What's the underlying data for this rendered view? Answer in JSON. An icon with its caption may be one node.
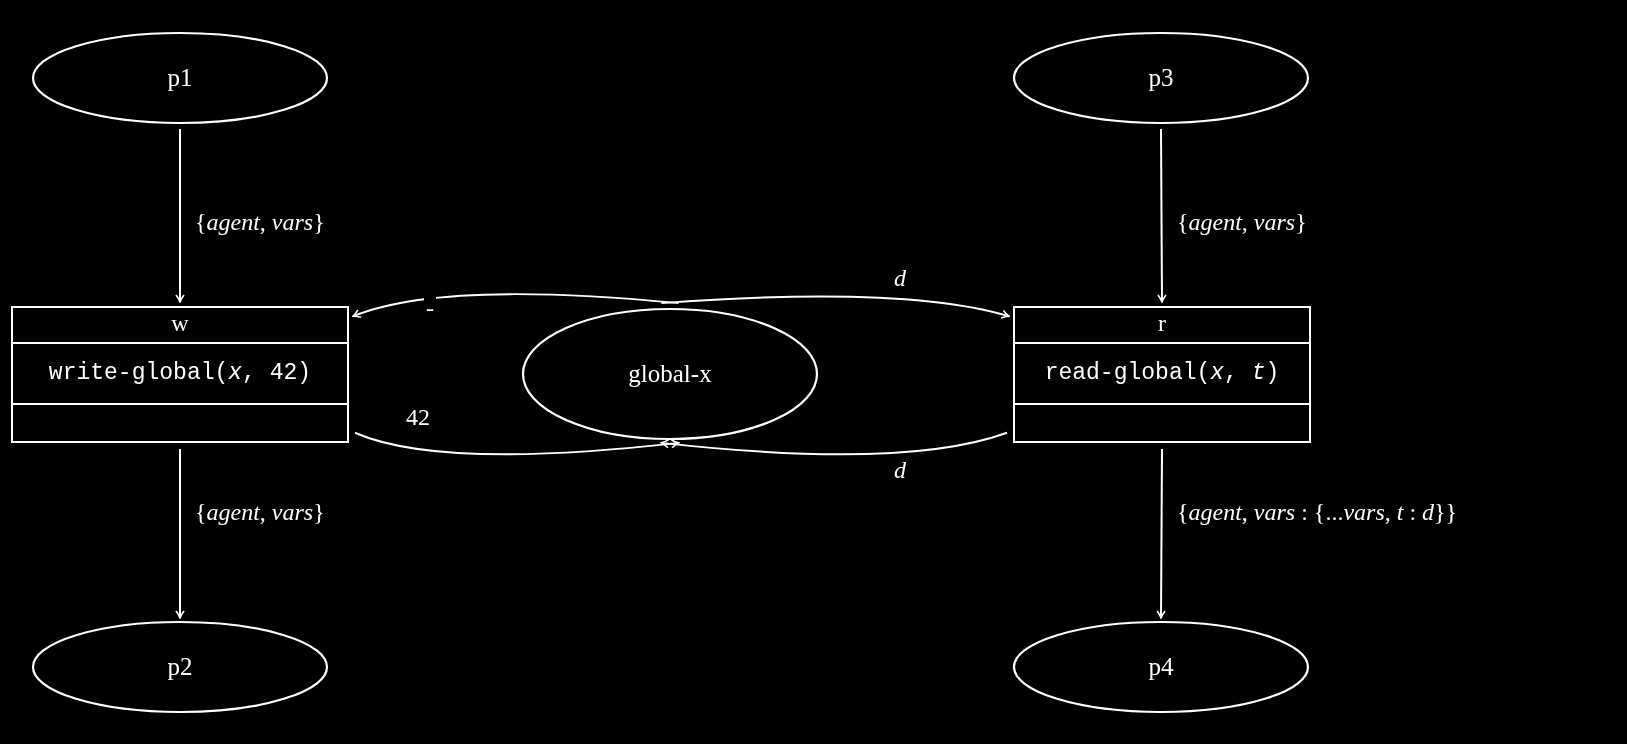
{
  "diagram": {
    "nodes": [
      {
        "text": [
          "p1"
        ]
      },
      {
        "text": [
          "p3"
        ]
      },
      {
        "text": [
          "w",
          "write-global(*x*, 42)"
        ]
      },
      {
        "text": [
          "global-x"
        ]
      },
      {
        "text": [
          "r",
          "read-global(*x*, *t*)"
        ]
      },
      {
        "text": [
          "p2"
        ]
      },
      {
        "text": [
          "p4"
        ]
      }
    ],
    "edges": [
      {
        "from": 0,
        "to": 2,
        "arrow": "to",
        "label": "{*agent*, *vars*}"
      },
      {
        "from": 1,
        "to": 4,
        "arrow": "to",
        "label": "{*agent*, *vars*}"
      },
      {
        "from": 3,
        "to": 2,
        "arrow": "to",
        "label": "-"
      },
      {
        "from": 2,
        "to": 3,
        "arrow": "to",
        "label": "42"
      },
      {
        "from": 3,
        "to": 4,
        "arrow": "to",
        "label": "*d*"
      },
      {
        "from": 4,
        "to": 3,
        "arrow": "to",
        "label": "*d*"
      },
      {
        "from": 2,
        "to": 5,
        "arrow": "to",
        "label": "{*agent*, *vars*}"
      },
      {
        "from": 4,
        "to": 6,
        "arrow": "to",
        "label": "{*agent*, *vars* : {...*vars*, *t* : *d*}}"
      }
    ]
  }
}
